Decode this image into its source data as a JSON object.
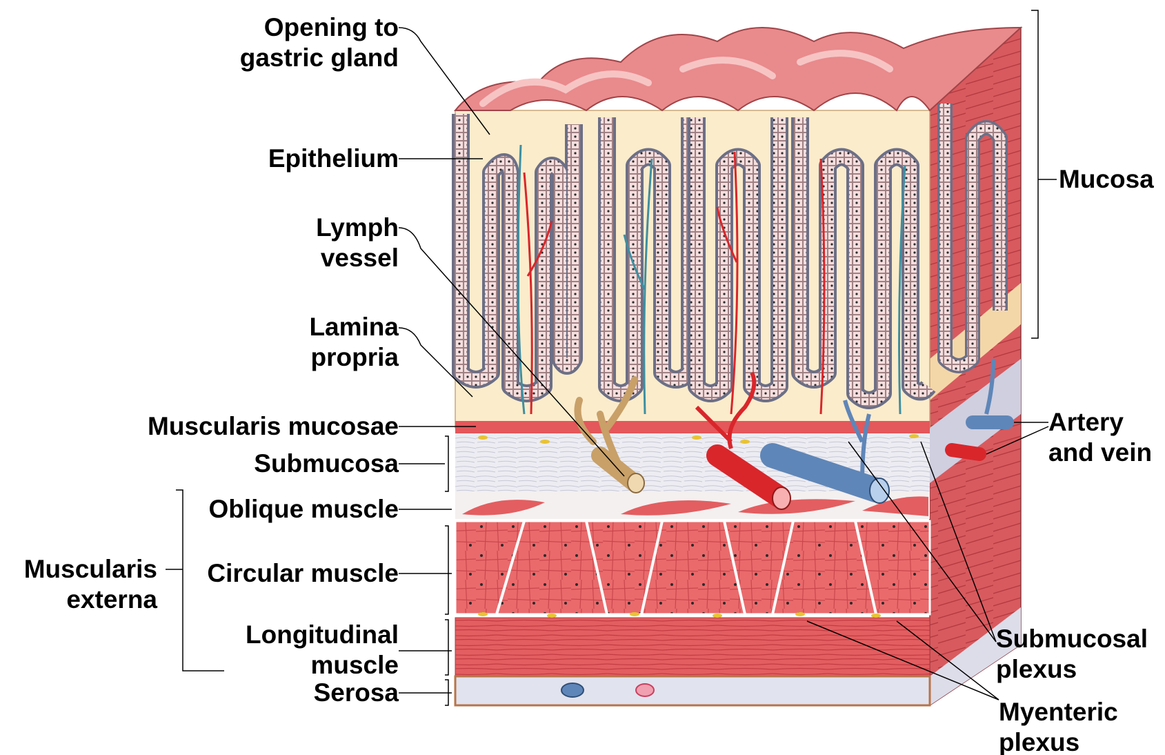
{
  "labels": {
    "opening_to_gastric_gland": [
      "Opening to",
      "gastric gland"
    ],
    "epithelium": "Epithelium",
    "lymph_vessel": [
      "Lymph",
      "vessel"
    ],
    "lamina_propria": [
      "Lamina",
      "propria"
    ],
    "muscularis_mucosae": "Muscularis mucosae",
    "submucosa": "Submucosa",
    "oblique_muscle": "Oblique muscle",
    "muscularis_externa": [
      "Muscularis",
      "externa"
    ],
    "circular_muscle": "Circular muscle",
    "longitudinal_muscle": [
      "Longitudinal",
      "muscle"
    ],
    "serosa": "Serosa",
    "mucosa": "Mucosa",
    "artery_and_vein": [
      "Artery",
      "and vein"
    ],
    "submucosal_plexus": [
      "Submucosal",
      "plexus"
    ],
    "myenteric_plexus": [
      "Myenteric",
      "plexus"
    ]
  },
  "colors": {
    "mucosa_surface": "#e98a8c",
    "mucosa_fold": "#f2b0b0",
    "lamina_propria": "#fbeccb",
    "gland_wall": "#f6dede",
    "gland_lumen": "#6c6f86",
    "artery": "#d9262b",
    "vein": "#5f86b8",
    "lymph": "#c8a068",
    "submucosa": "#ececf2",
    "muscle": "#e4575a",
    "muscle_light": "#f08a84",
    "serosa": "#e1e3ee",
    "side_face": "#c94f55",
    "leader": "#000000"
  }
}
